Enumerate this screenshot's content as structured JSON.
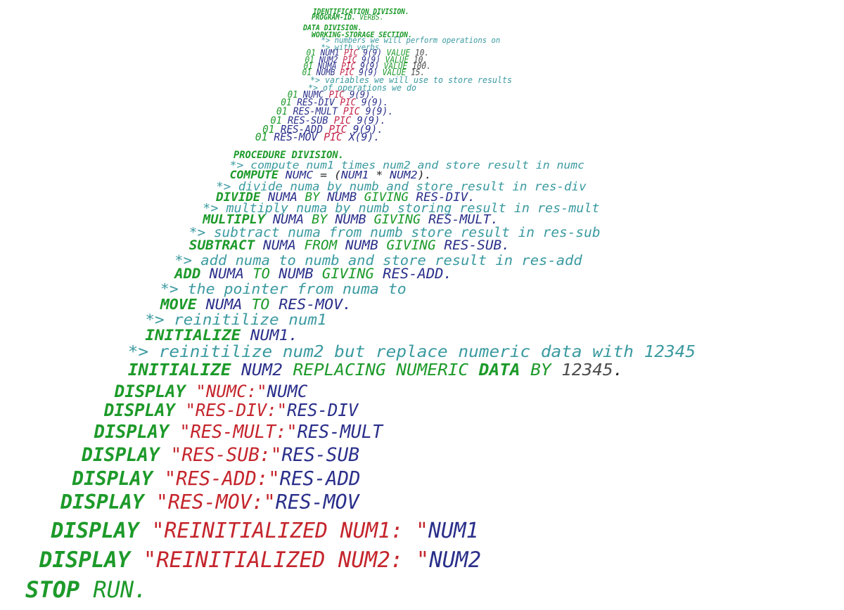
{
  "lines": [
    [
      [
        "kw",
        "IDENTIFICATION DIVISION."
      ]
    ],
    [
      [
        "kw",
        "PROGRAM-ID."
      ],
      [
        "sn",
        " VERBS."
      ]
    ],
    [],
    [
      [
        "kw",
        "DATA DIVISION."
      ]
    ],
    [
      [
        "kw",
        "  WORKING-STORAGE SECTION."
      ]
    ],
    [
      [
        "cm",
        "    *> numbers we will perform operations on"
      ]
    ],
    [
      [
        "cm",
        "    *> with verbs"
      ]
    ],
    [
      [
        "sn",
        "  01 "
      ],
      [
        "id",
        "NUM1 "
      ],
      [
        "pc",
        "PIC "
      ],
      [
        "id",
        "9(9) "
      ],
      [
        "sn",
        "VALUE "
      ],
      [
        "nm",
        "10."
      ]
    ],
    [
      [
        "sn",
        "  01 "
      ],
      [
        "id",
        "NUM2 "
      ],
      [
        "pc",
        "PIC "
      ],
      [
        "id",
        "9(9) "
      ],
      [
        "sn",
        "VALUE "
      ],
      [
        "nm",
        "10."
      ]
    ],
    [
      [
        "sn",
        "  01 "
      ],
      [
        "id",
        "NUMA "
      ],
      [
        "pc",
        "PIC "
      ],
      [
        "id",
        "9(9) "
      ],
      [
        "sn",
        "VALUE "
      ],
      [
        "nm",
        "100."
      ]
    ],
    [
      [
        "sn",
        "  01 "
      ],
      [
        "id",
        "NUMB "
      ],
      [
        "pc",
        "PIC "
      ],
      [
        "id",
        "9(9) "
      ],
      [
        "sn",
        "VALUE "
      ],
      [
        "nm",
        "15."
      ]
    ],
    [
      [
        "cm",
        "    *> variables we will use to store results"
      ]
    ],
    [
      [
        "cm",
        "    *> of operations we do"
      ]
    ],
    [
      [
        "sn",
        "  01 "
      ],
      [
        "id",
        "NUMC "
      ],
      [
        "pc",
        "PIC "
      ],
      [
        "id",
        "9(9)."
      ]
    ],
    [
      [
        "sn",
        "  01 "
      ],
      [
        "id",
        "RES-DIV "
      ],
      [
        "pc",
        "PIC "
      ],
      [
        "id",
        "9(9)."
      ]
    ],
    [
      [
        "sn",
        "  01 "
      ],
      [
        "id",
        "RES-MULT "
      ],
      [
        "pc",
        "PIC "
      ],
      [
        "id",
        "9(9)."
      ]
    ],
    [
      [
        "sn",
        "  01 "
      ],
      [
        "id",
        "RES-SUB "
      ],
      [
        "pc",
        "PIC "
      ],
      [
        "id",
        "9(9)."
      ]
    ],
    [
      [
        "sn",
        "  01 "
      ],
      [
        "id",
        "RES-ADD "
      ],
      [
        "pc",
        "PIC "
      ],
      [
        "id",
        "9(9)."
      ]
    ],
    [
      [
        "sn",
        "  01 "
      ],
      [
        "id",
        "RES-MOV "
      ],
      [
        "pc",
        "PIC "
      ],
      [
        "id",
        "X(9)."
      ]
    ],
    [],
    [
      [
        "kw",
        "PROCEDURE DIVISION."
      ]
    ],
    [
      [
        "cm",
        "    *> compute num1 times num2 and store result in numc"
      ]
    ],
    [
      [
        "kw",
        "    COMPUTE "
      ],
      [
        "id",
        "NUMC "
      ],
      [
        "op",
        "= ("
      ],
      [
        "id",
        "NUM1 "
      ],
      [
        "op",
        "* "
      ],
      [
        "id",
        "NUM2"
      ],
      [
        "op",
        ")."
      ]
    ],
    [
      [
        "cm",
        "    *> divide numa by numb and store result in res-div"
      ]
    ],
    [
      [
        "kw",
        "    DIVIDE "
      ],
      [
        "id",
        "NUMA "
      ],
      [
        "sn",
        "BY "
      ],
      [
        "id",
        "NUMB "
      ],
      [
        "sn",
        "GIVING "
      ],
      [
        "id",
        "RES-DIV."
      ]
    ],
    [
      [
        "cm",
        "    *> multiply numa by numb storing result in res-mult"
      ]
    ],
    [
      [
        "kw",
        "    MULTIPLY "
      ],
      [
        "id",
        "NUMA "
      ],
      [
        "sn",
        "BY "
      ],
      [
        "id",
        "NUMB "
      ],
      [
        "sn",
        "GIVING "
      ],
      [
        "id",
        "RES-MULT."
      ]
    ],
    [
      [
        "cm",
        "    *> subtract numa from numb store result in res-sub"
      ]
    ],
    [
      [
        "kw",
        "    SUBTRACT "
      ],
      [
        "id",
        "NUMA "
      ],
      [
        "sn",
        "FROM "
      ],
      [
        "id",
        "NUMB "
      ],
      [
        "sn",
        "GIVING "
      ],
      [
        "id",
        "RES-SUB."
      ]
    ],
    [
      [
        "cm",
        "    *> add numa to numb and store result in res-add"
      ]
    ],
    [
      [
        "kw",
        "    ADD "
      ],
      [
        "id",
        "NUMA "
      ],
      [
        "sn",
        "TO "
      ],
      [
        "id",
        "NUMB "
      ],
      [
        "sn",
        "GIVING "
      ],
      [
        "id",
        "RES-ADD."
      ]
    ],
    [
      [
        "cm",
        "    *> the pointer from numa to"
      ]
    ],
    [
      [
        "kw",
        "    MOVE "
      ],
      [
        "id",
        "NUMA "
      ],
      [
        "sn",
        "TO "
      ],
      [
        "id",
        "RES-MOV."
      ]
    ],
    [
      [
        "cm",
        "    *> reinitilize num1"
      ]
    ],
    [
      [
        "kw",
        "    INITIALIZE "
      ],
      [
        "id",
        "NUM1."
      ]
    ],
    [
      [
        "cm",
        "    *> reinitilize num2 but replace numeric data with 12345"
      ]
    ],
    [
      [
        "kw",
        "    INITIALIZE "
      ],
      [
        "id",
        "NUM2 "
      ],
      [
        "sn",
        "REPLACING NUMERIC "
      ],
      [
        "kw",
        "DATA "
      ],
      [
        "sn",
        "BY "
      ],
      [
        "nm",
        "12345"
      ],
      [
        "op",
        "."
      ]
    ],
    [
      [
        "kw",
        "    DISPLAY "
      ],
      [
        "st",
        "\"NUMC:\""
      ],
      [
        "id",
        "NUMC"
      ]
    ],
    [
      [
        "kw",
        "    DISPLAY "
      ],
      [
        "st",
        "\"RES-DIV:\""
      ],
      [
        "id",
        "RES-DIV"
      ]
    ],
    [
      [
        "kw",
        "    DISPLAY "
      ],
      [
        "st",
        "\"RES-MULT:\""
      ],
      [
        "id",
        "RES-MULT"
      ]
    ],
    [
      [
        "kw",
        "    DISPLAY "
      ],
      [
        "st",
        "\"RES-SUB:\""
      ],
      [
        "id",
        "RES-SUB"
      ]
    ],
    [
      [
        "kw",
        "    DISPLAY "
      ],
      [
        "st",
        "\"RES-ADD:\""
      ],
      [
        "id",
        "RES-ADD"
      ]
    ],
    [
      [
        "kw",
        "    DISPLAY "
      ],
      [
        "st",
        "\"RES-MOV:\""
      ],
      [
        "id",
        "RES-MOV"
      ]
    ],
    [
      [
        "kw",
        "    DISPLAY "
      ],
      [
        "st",
        "\"REINITIALIZED NUM1: \""
      ],
      [
        "id",
        "NUM1"
      ]
    ],
    [
      [
        "kw",
        "    DISPLAY "
      ],
      [
        "st",
        "\"REINITIALIZED NUM2: \""
      ],
      [
        "id",
        "NUM2"
      ]
    ],
    [
      [
        "kw",
        "    STOP "
      ],
      [
        "sn",
        "RUN."
      ]
    ]
  ]
}
